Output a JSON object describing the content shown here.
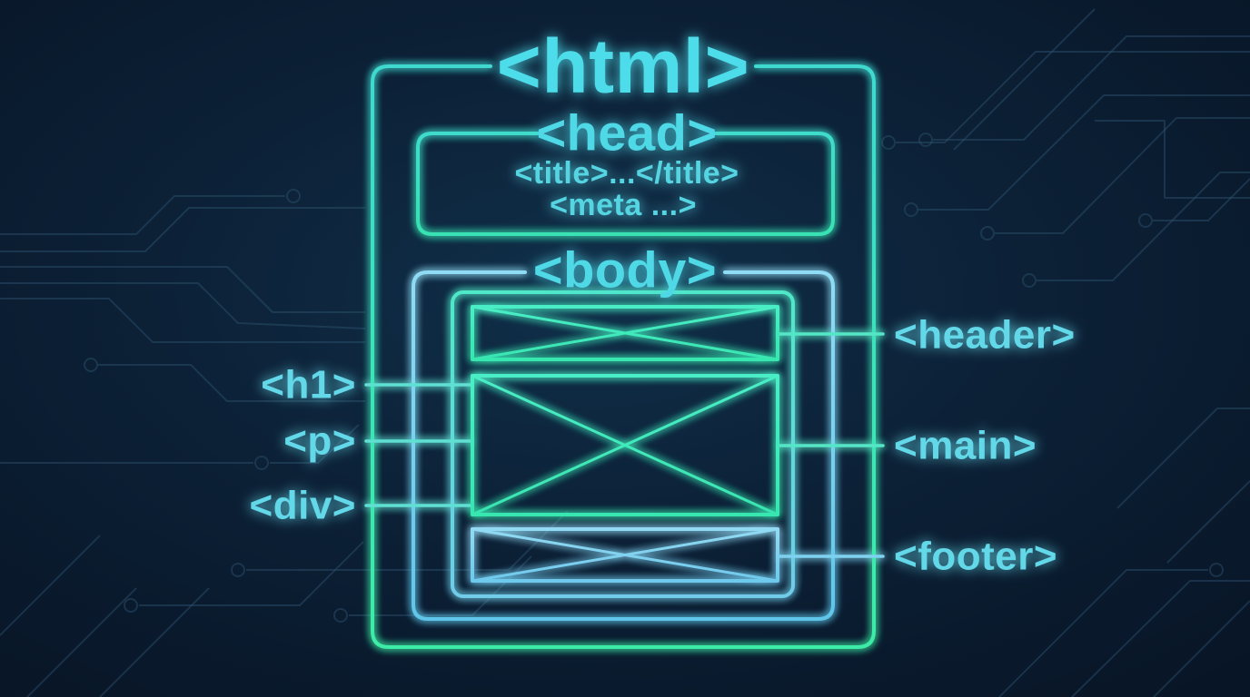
{
  "diagram": {
    "root_label": "<html>",
    "head": {
      "label": "<head>",
      "title_line": "<title>...</title>",
      "meta_line": "<meta ...>"
    },
    "body": {
      "label": "<body>"
    },
    "left_labels": [
      {
        "label": "<h1>"
      },
      {
        "label": "<p>"
      },
      {
        "label": "<div>"
      }
    ],
    "right_labels": [
      {
        "label": "<header>"
      },
      {
        "label": "<main>"
      },
      {
        "label": "<footer>"
      }
    ],
    "colors": {
      "background": "#0a1b31",
      "label_text": "#57d9e7",
      "neon_green": "#3fe9b9",
      "neon_cyan": "#3fd9d0",
      "neon_blue": "#82d7f2",
      "circuit_trace": "#2e5470"
    }
  }
}
